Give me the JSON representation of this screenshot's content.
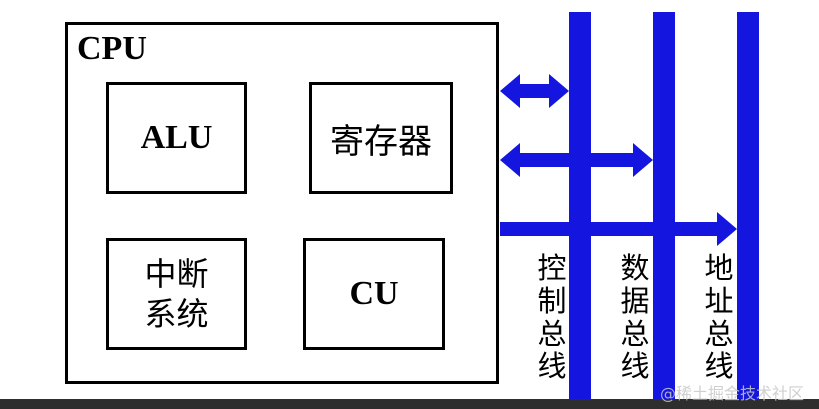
{
  "cpu": {
    "title": "CPU",
    "alu": "ALU",
    "registers": "寄存器",
    "interrupt_system": "中断\n系统",
    "cu": "CU"
  },
  "buses": {
    "control": "控\n制\n总\n线",
    "data": "数\n据\n总\n线",
    "address": "地\n址\n总\n线"
  },
  "colors": {
    "bus": "#1515e0"
  },
  "watermark": "@稀土掘金技术社区"
}
